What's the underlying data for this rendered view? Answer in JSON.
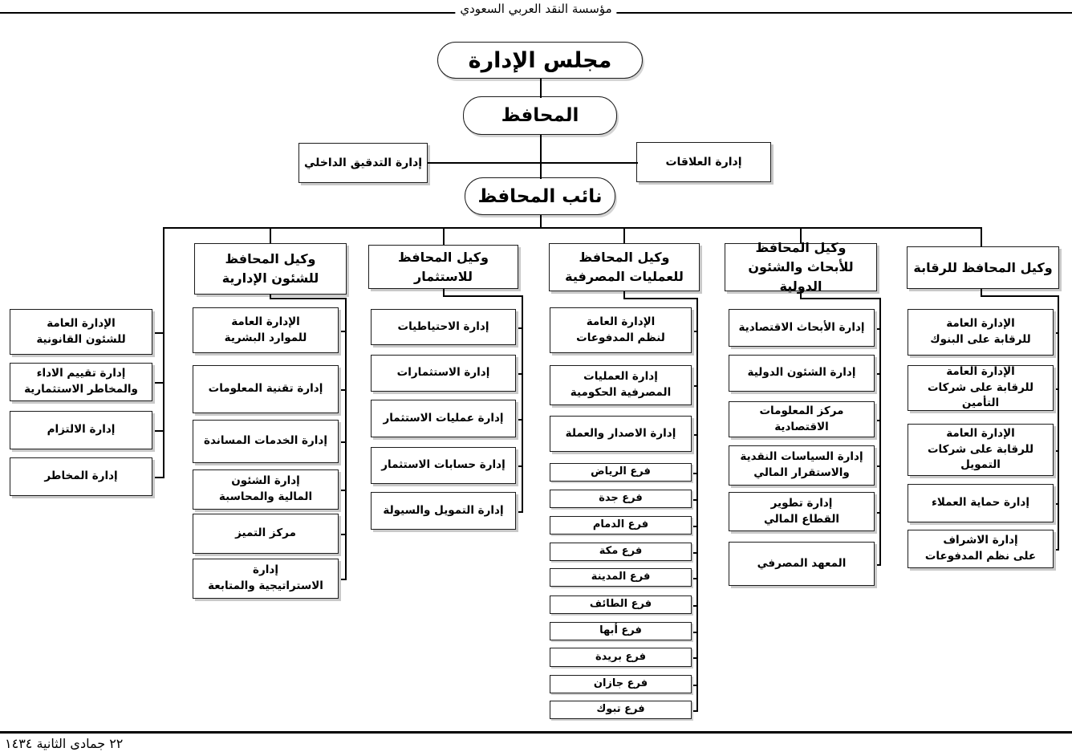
{
  "header": {
    "org_title": "مؤسسة النقد العربي السعودي"
  },
  "footer": {
    "date": "٢٢ جمادى الثانية ١٤٣٤"
  },
  "top_nodes": {
    "board": "مجلس الإدارة",
    "governor": "المحافظ",
    "internal_audit": "إدارة التدقيق الداخلي",
    "relations": "إدارة العلاقات",
    "deputy_governor": "نائب المحافظ"
  },
  "deputy_units": [
    {
      "label": "الإدارة العامة\nللشئون القانونية"
    },
    {
      "label": "إدارة تقييم الاداء\nوالمخاطر الاستثمارية"
    },
    {
      "label": "إدارة الالتزام"
    },
    {
      "label": "إدارة المخاطر"
    }
  ],
  "columns": [
    {
      "head": "وكيل المحافظ\nللشئون الإدارية",
      "items": [
        "الإدارة العامة\nللموارد البشرية",
        "إدارة تقنية المعلومات",
        "إدارة الخدمات المساندة",
        "إدارة  الشئون\nالمالية والمحاسبة",
        "مركز التميز",
        "إدارة\nالاستراتيجية والمتابعة"
      ]
    },
    {
      "head": "وكيل المحافظ للاستثمار",
      "items": [
        "إدارة الاحتياطيات",
        "إدارة الاستثمارات",
        "إدارة عمليات الاستثمار",
        "إدارة حسابات الاستثمار",
        "إدارة التمويل والسيولة"
      ]
    },
    {
      "head": "وكيل المحافظ\nللعمليات المصرفية",
      "items": [
        "الإدارة العامة\nلنظم المدفوعات",
        "إدارة العمليات\nالمصرفية الحكومية",
        "إدارة الاصدار والعملة",
        "فرع الرياض",
        "فرع جدة",
        "فرع الدمام",
        "فرع مكة",
        "فرع المدينة",
        "فرع الطائف",
        "فرع أبها",
        "فرع بريدة",
        "فرع جازان",
        "فرع تبوك"
      ]
    },
    {
      "head": "وكيل المحافظ\nللأبحاث والشئون الدولية",
      "items": [
        "إدارة الأبحاث الاقتصادية",
        "إدارة الشئون الدولية",
        "مركز المعلومات الاقتصادية",
        "إدارة السياسات النقدية\nوالاستقرار المالي",
        "إدارة تطوير\nالقطاع المالي",
        "المعهد المصرفي"
      ]
    },
    {
      "head": "وكيل المحافظ للرقابة",
      "items": [
        "الإدارة العامة\nللرقابة على البنوك",
        "الإدارة  العامة\nللرقابة على شركات التأمين",
        "الإدارة  العامة\nللرقابة على شركات التمويل",
        "إدارة حماية العملاء",
        "إدارة الاشراف\nعلى نظم المدفوعات"
      ]
    }
  ]
}
